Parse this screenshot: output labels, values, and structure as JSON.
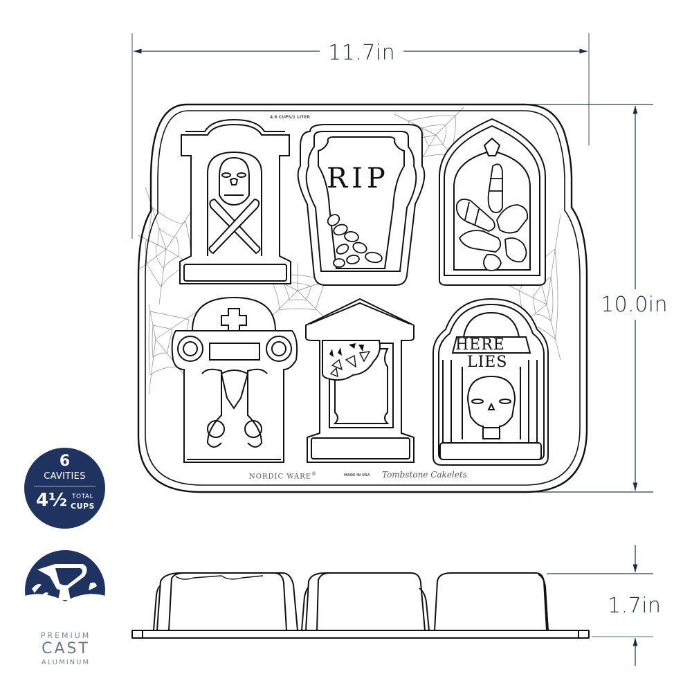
{
  "product": {
    "name": "Tombstone Cakelets",
    "brand": "NORDIC WARE",
    "brand_mark": "®",
    "made_in": "MADE IN USA",
    "capacity_stamp": "4.6 CUPS/1 LITER"
  },
  "dimensions": {
    "width": "11.7in",
    "height": "10.0in",
    "depth": "1.7in"
  },
  "cavity_engravings": {
    "rip": "RIP",
    "here": "HERE",
    "lies": "LIES"
  },
  "badge": {
    "cavities_count": "6",
    "cavities_label": "CAVITIES",
    "cups_amount": "4½",
    "cups_total_label": "TOTAL",
    "cups_label": "CUPS",
    "color": "#1e3360"
  },
  "material": {
    "line1": "PREMIUM",
    "line2": "CAST",
    "line3": "ALUMINUM",
    "icon": "pouring-ladle-icon",
    "color": "#1e3360"
  },
  "colors": {
    "dimension_ink": "#1b2a4a",
    "line_art": "#111111",
    "cobweb": "#8a8a8a"
  },
  "cavities": [
    {
      "position": "top-left",
      "motif": "skull-and-crossbones column"
    },
    {
      "position": "top-center",
      "motif": "RIP tombstone with skeleton hand"
    },
    {
      "position": "top-right",
      "motif": "gothic arch with worms"
    },
    {
      "position": "bottom-left",
      "motif": "ionic column with cross and scrolls"
    },
    {
      "position": "bottom-center",
      "motif": "crypt door with cobweb"
    },
    {
      "position": "bottom-right",
      "motif": "HERE LIES tombstone with skull"
    }
  ]
}
